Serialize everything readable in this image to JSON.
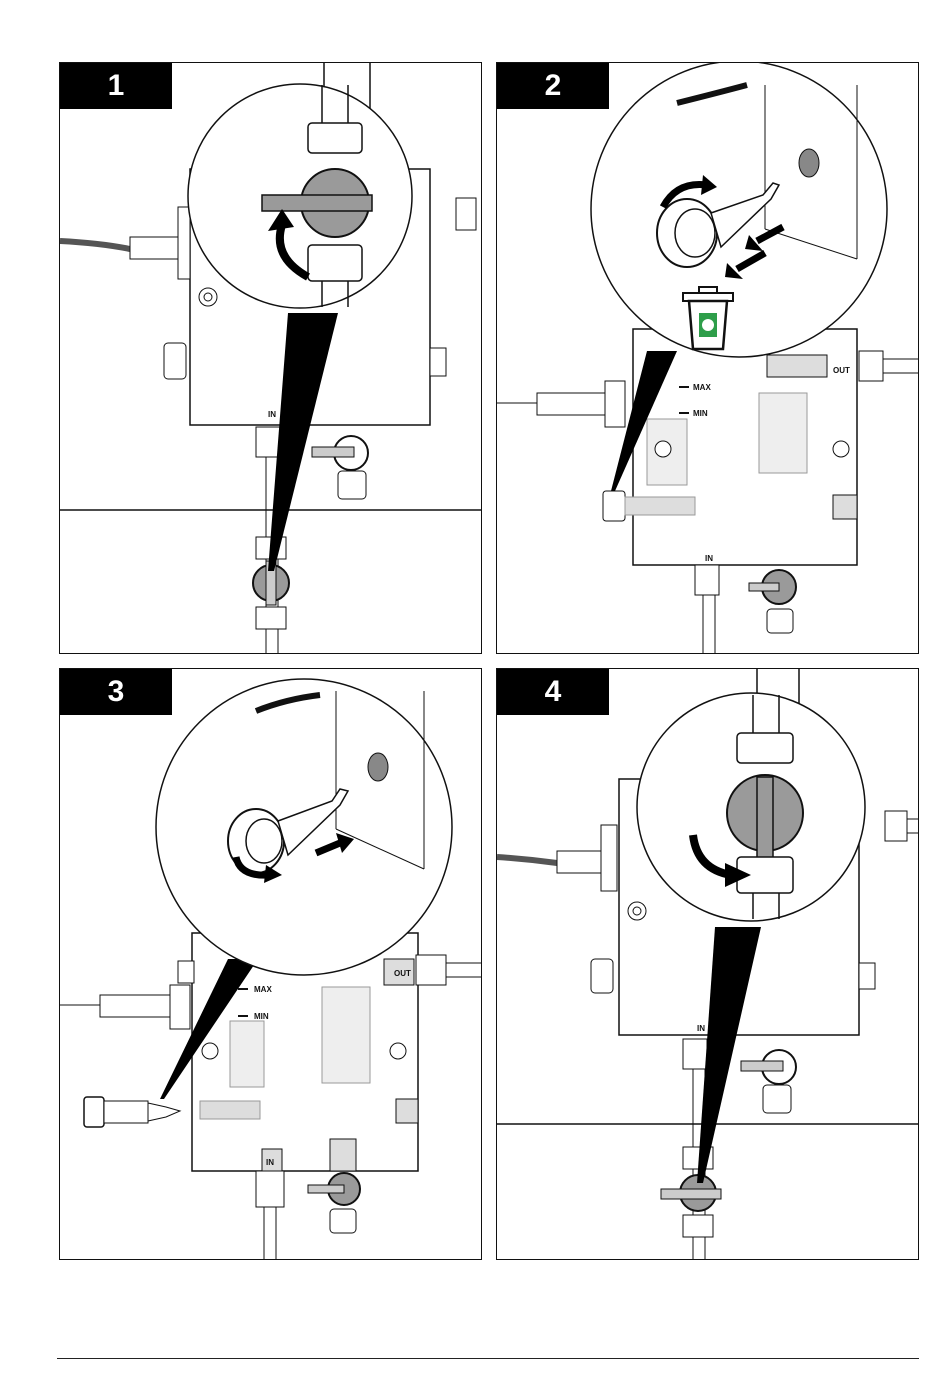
{
  "steps": [
    {
      "number": "1"
    },
    {
      "number": "2"
    },
    {
      "number": "3"
    },
    {
      "number": "4"
    }
  ],
  "labels": {
    "in": "IN",
    "out": "OUT",
    "max": "MAX",
    "min": "MIN"
  },
  "colors": {
    "valve_gray": "#9a9a9a",
    "recycle_green": "#2e9e4a",
    "panel_border": "#111111"
  },
  "icons": [
    "valve-handle-icon",
    "rotate-arrow-icon",
    "push-arrow-icon",
    "recycle-bin-icon"
  ]
}
